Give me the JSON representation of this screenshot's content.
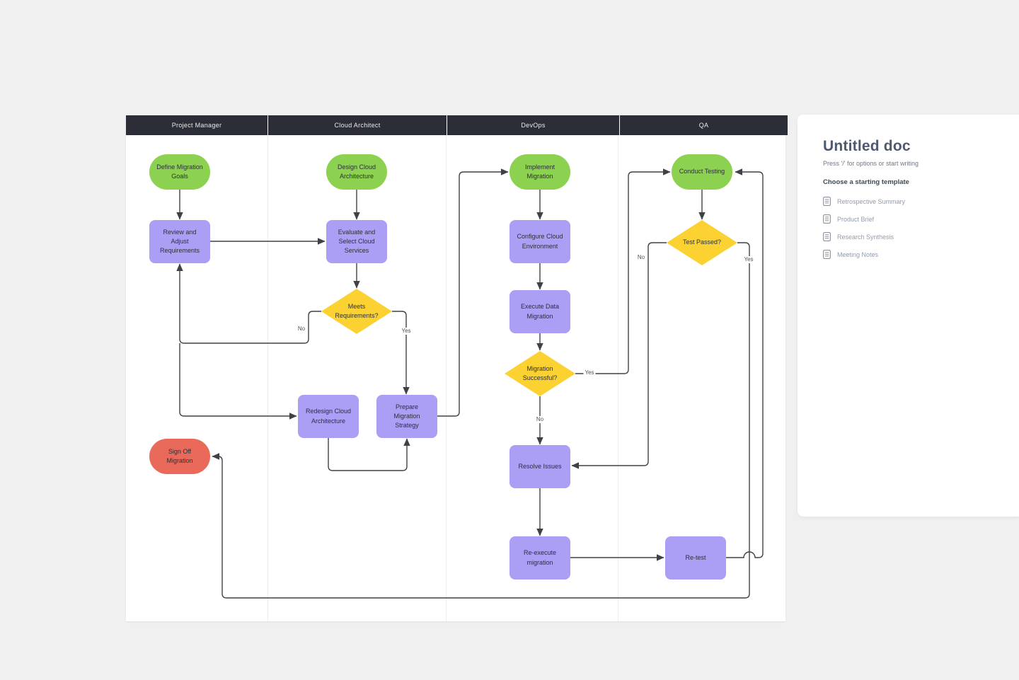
{
  "colors": {
    "green": "#8CD14F",
    "purple": "#AB9EF5",
    "yellow": "#FBD231",
    "red": "#E96A5A",
    "lane_header": "#2B2E36",
    "edge": "#3E4247"
  },
  "lanes": [
    "Project Manager",
    "Cloud Architect",
    "DevOps",
    "QA"
  ],
  "nodes": [
    {
      "id": "define-goals",
      "lane": "Project Manager",
      "shape": "terminator",
      "color": "green",
      "label": "Define Migration Goals"
    },
    {
      "id": "review-adjust",
      "lane": "Project Manager",
      "shape": "process",
      "color": "purple",
      "label": "Review and Adjust Requirements"
    },
    {
      "id": "sign-off",
      "lane": "Project Manager",
      "shape": "terminator",
      "color": "red",
      "label": "Sign Off Migration"
    },
    {
      "id": "design-cloud",
      "lane": "Cloud Architect",
      "shape": "terminator",
      "color": "green",
      "label": "Design Cloud Architecture"
    },
    {
      "id": "evaluate-select",
      "lane": "Cloud Architect",
      "shape": "process",
      "color": "purple",
      "label": "Evaluate and Select Cloud Services"
    },
    {
      "id": "meets-req",
      "lane": "Cloud Architect",
      "shape": "decision",
      "color": "yellow",
      "label": "Meets Requirements?"
    },
    {
      "id": "redesign",
      "lane": "Cloud Architect",
      "shape": "process",
      "color": "purple",
      "label": "Redesign Cloud Architecture"
    },
    {
      "id": "prepare-strategy",
      "lane": "Cloud Architect",
      "shape": "process",
      "color": "purple",
      "label": "Prepare Migration Strategy"
    },
    {
      "id": "implement",
      "lane": "DevOps",
      "shape": "terminator",
      "color": "green",
      "label": "Implement Migration"
    },
    {
      "id": "configure",
      "lane": "DevOps",
      "shape": "process",
      "color": "purple",
      "label": "Configure Cloud Environment"
    },
    {
      "id": "execute-data",
      "lane": "DevOps",
      "shape": "process",
      "color": "purple",
      "label": "Execute Data Migration"
    },
    {
      "id": "migration-successful",
      "lane": "DevOps",
      "shape": "decision",
      "color": "yellow",
      "label": "Migration Successful?"
    },
    {
      "id": "resolve-issues",
      "lane": "DevOps",
      "shape": "process",
      "color": "purple",
      "label": "Resolve Issues"
    },
    {
      "id": "re-execute",
      "lane": "DevOps",
      "shape": "process",
      "color": "purple",
      "label": "Re-execute migration"
    },
    {
      "id": "conduct-testing",
      "lane": "QA",
      "shape": "terminator",
      "color": "green",
      "label": "Conduct Testing"
    },
    {
      "id": "test-passed",
      "lane": "QA",
      "shape": "decision",
      "color": "yellow",
      "label": "Test Passed?"
    },
    {
      "id": "re-test",
      "lane": "QA",
      "shape": "process",
      "color": "purple",
      "label": "Re-test"
    }
  ],
  "edge_labels": {
    "meets-no": "No",
    "meets-yes": "Yes",
    "mig-yes": "Yes",
    "mig-no": "No",
    "test-no": "No",
    "test-yes": "Yes"
  },
  "panel": {
    "title": "Untitled doc",
    "subtitle": "Press '/' for options or start writing",
    "section_heading": "Choose a starting template",
    "template_icon": "document-icon",
    "templates": [
      "Retrospective Summary",
      "Product Brief",
      "Research Synthesis",
      "Meeting Notes"
    ]
  }
}
